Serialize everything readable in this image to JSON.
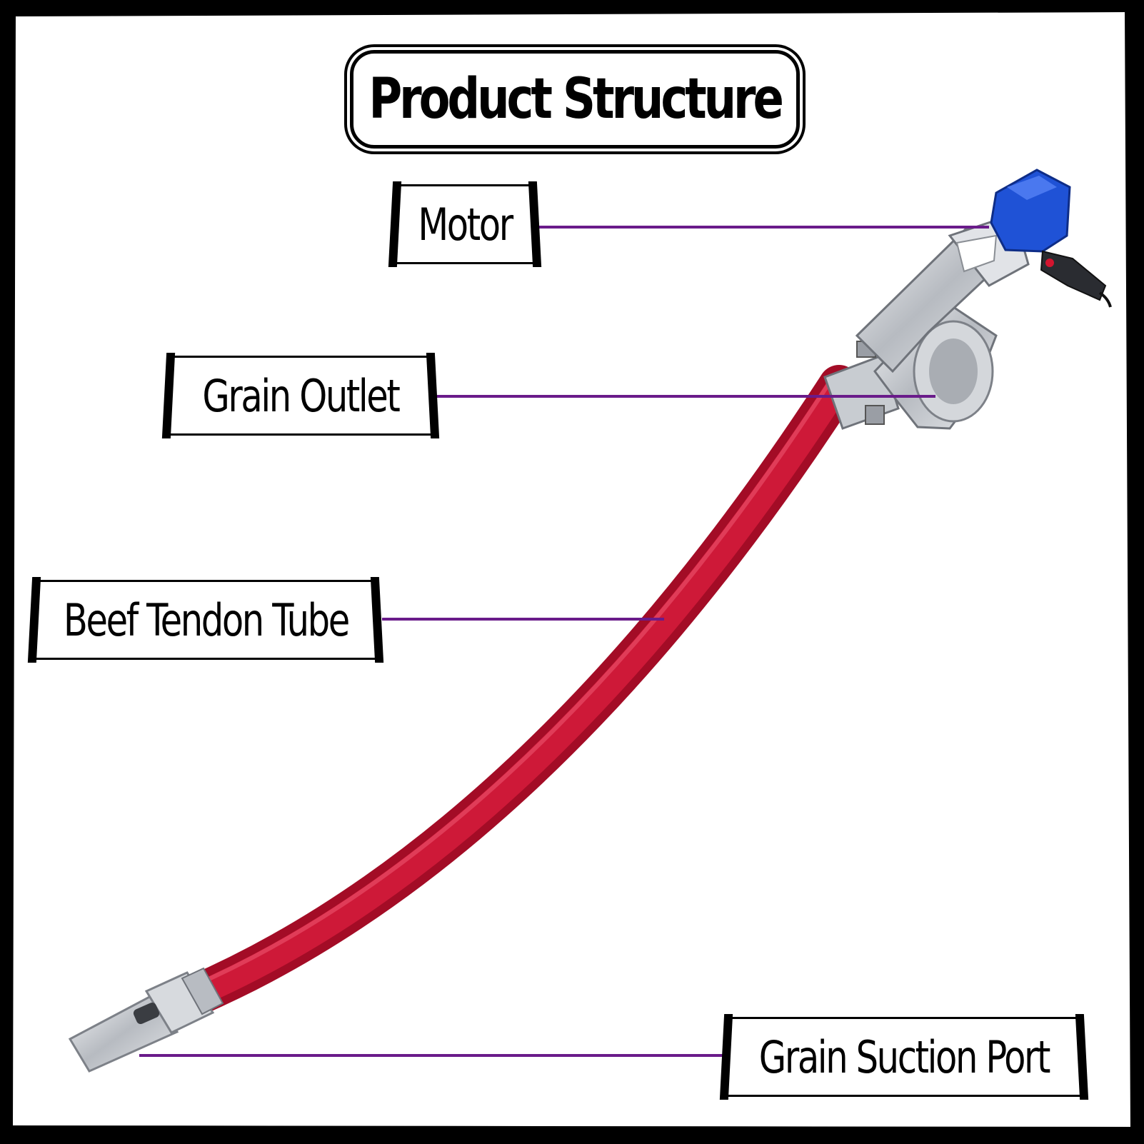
{
  "title": "Product Structure",
  "labels": {
    "motor": "Motor",
    "grain_outlet": "Grain Outlet",
    "tube": "Beef Tendon Tube",
    "suction_port": "Grain Suction Port"
  },
  "colors": {
    "leader_line": "#6a1b8a",
    "hose": "#c8102e",
    "motor_body": "#1d4fd0",
    "metal": "#c9ccd1",
    "frame": "#000000"
  }
}
